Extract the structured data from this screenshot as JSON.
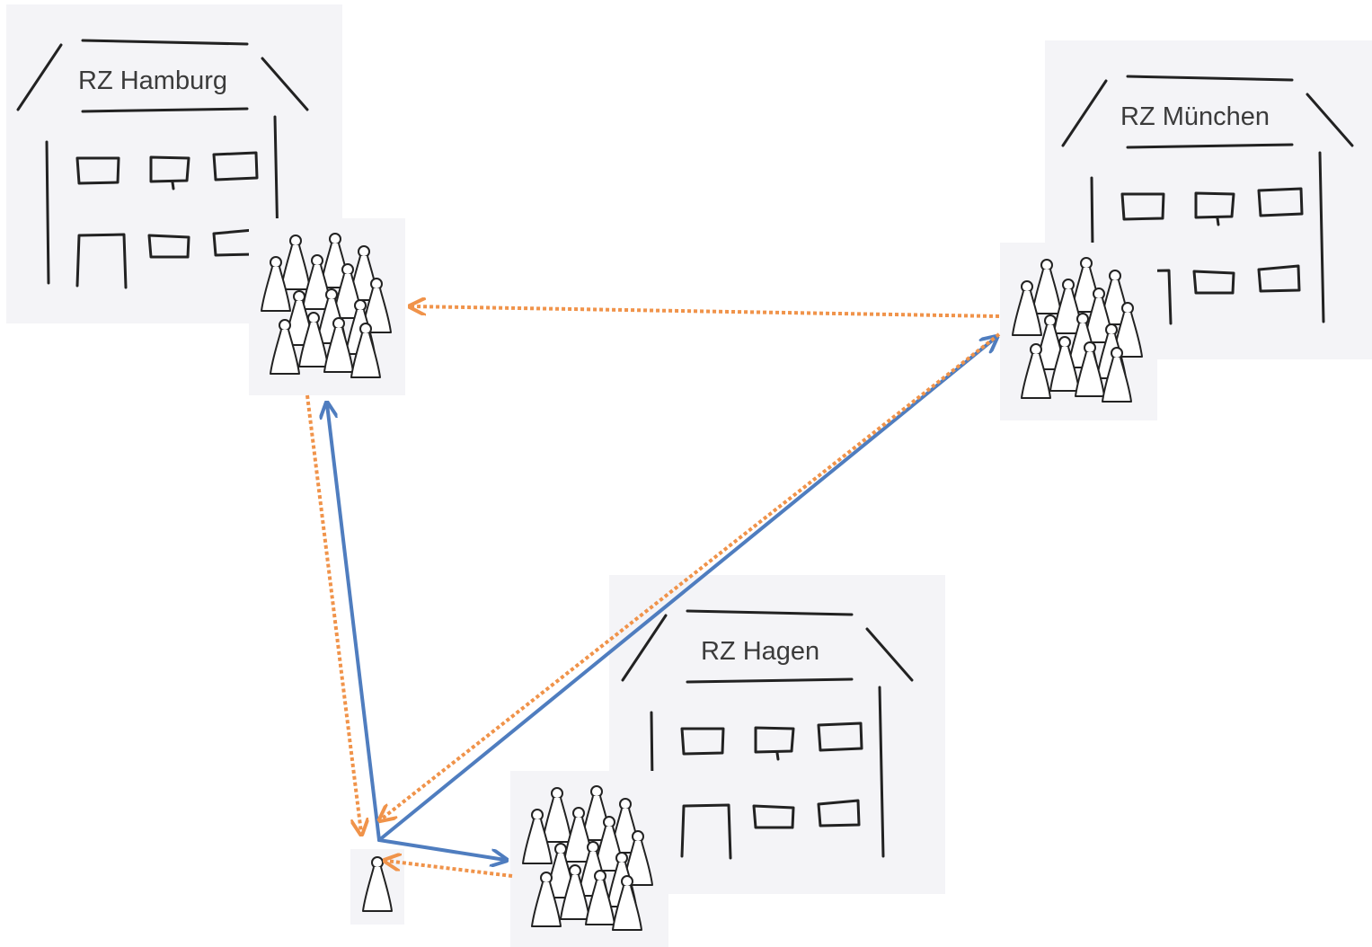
{
  "datacenters": [
    {
      "id": "hamburg",
      "label": "RZ Hamburg"
    },
    {
      "id": "muenchen",
      "label": "RZ München"
    },
    {
      "id": "hagen",
      "label": "RZ Hagen"
    }
  ],
  "colors": {
    "panel": "#f4f4f7",
    "sketch": "#222222",
    "blue_connection": "#4f7dbf",
    "orange_reply": "#f0934a"
  },
  "connections": [
    {
      "from": "single-user",
      "to": "hamburg",
      "style": "solid",
      "color": "blue"
    },
    {
      "from": "single-user",
      "to": "muenchen",
      "style": "solid",
      "color": "blue"
    },
    {
      "from": "single-user",
      "to": "hagen",
      "style": "solid",
      "color": "blue"
    },
    {
      "from": "hamburg",
      "to": "single-user",
      "style": "dotted",
      "color": "orange"
    },
    {
      "from": "muenchen",
      "to": "single-user",
      "style": "dotted",
      "color": "orange"
    },
    {
      "from": "hagen",
      "to": "single-user",
      "style": "dotted",
      "color": "orange"
    },
    {
      "from": "muenchen",
      "to": "hamburg",
      "style": "dotted",
      "color": "orange"
    }
  ]
}
